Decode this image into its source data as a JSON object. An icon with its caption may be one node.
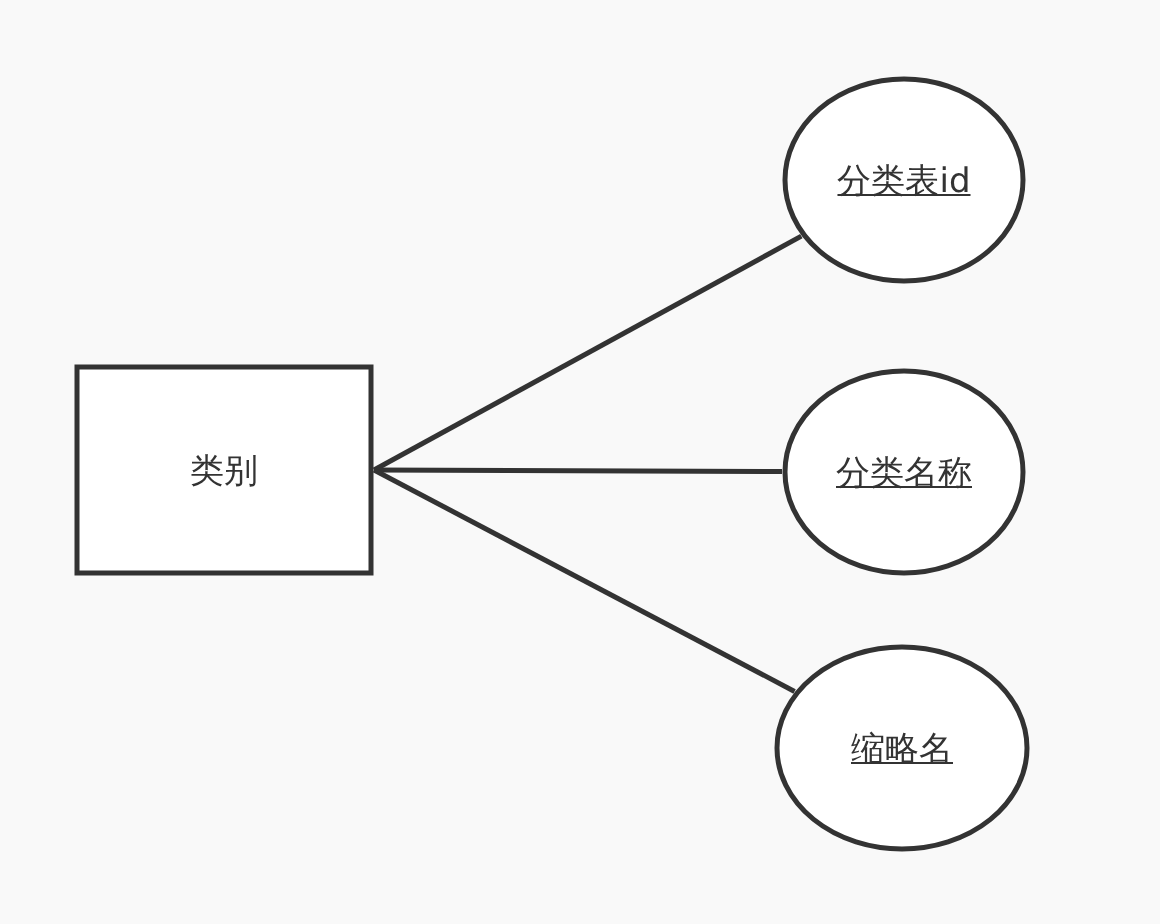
{
  "diagram": {
    "nodes": [
      {
        "text": [
          "类别"
        ]
      },
      {
        "text": [
          "分类表id"
        ]
      },
      {
        "text": [
          "分类名称"
        ]
      },
      {
        "text": [
          "缩略名"
        ]
      }
    ],
    "edges": [
      {
        "from": 0,
        "to": 1,
        "arrow": "none"
      },
      {
        "from": 0,
        "to": 2,
        "arrow": "none"
      },
      {
        "from": 0,
        "to": 3,
        "arrow": "none"
      }
    ]
  }
}
